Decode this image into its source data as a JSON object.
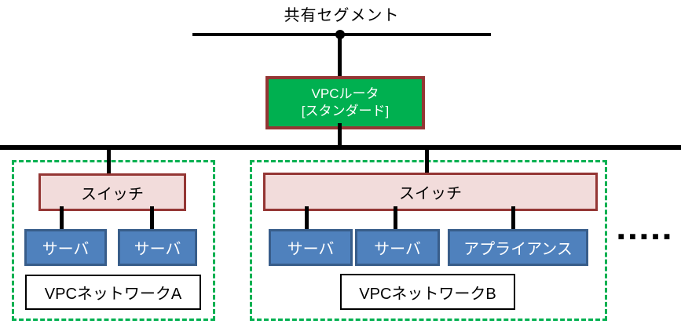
{
  "title": "共有セグメント",
  "router": {
    "name": "VPCルータ",
    "mode": "[スタンダード]"
  },
  "networks": [
    {
      "label": "VPCネットワークA",
      "switch_label": "スイッチ",
      "nodes": [
        "サーバ",
        "サーバ"
      ]
    },
    {
      "label": "VPCネットワークB",
      "switch_label": "スイッチ",
      "nodes": [
        "サーバ",
        "サーバ",
        "アプライアンス"
      ]
    }
  ],
  "ellipsis": "▪▪▪▪▪",
  "colors": {
    "router_fill": "#00B050",
    "box_border": "#943634",
    "switch_fill": "#F2DCDB",
    "node_fill": "#4F81BD",
    "node_border": "#385D8A",
    "network_border": "#00B050",
    "line": "#000000"
  }
}
